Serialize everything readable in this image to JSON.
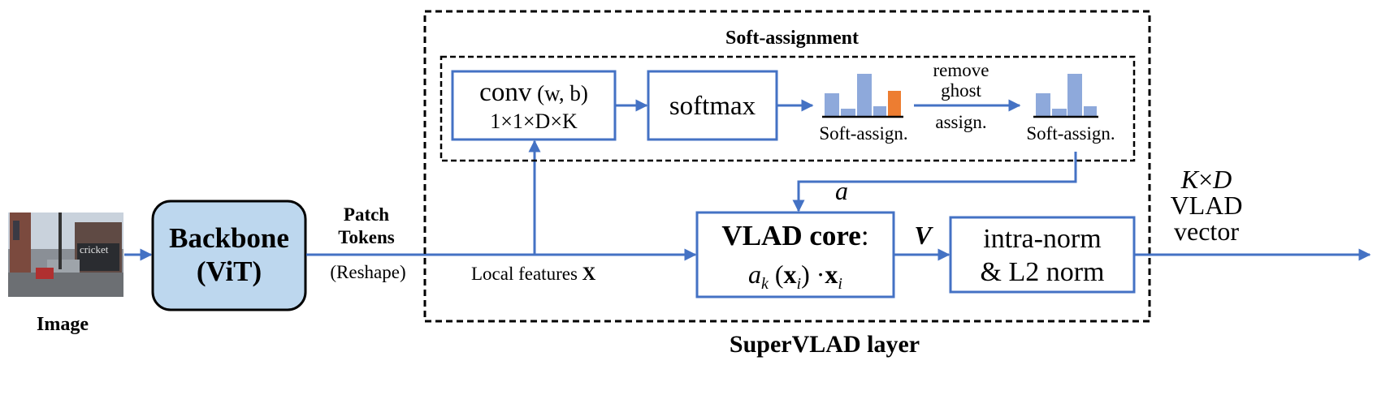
{
  "colors": {
    "arrow": "#4472C4",
    "box_border": "#4472C4",
    "backbone_fill": "#BDD7EE",
    "bar_blue": "#8EA9DB",
    "bar_orange": "#ED7D31"
  },
  "image_label": "Image",
  "backbone": {
    "line1": "Backbone",
    "line2": "(ViT)"
  },
  "patch_tokens": {
    "line1": "Patch",
    "line2": "Tokens",
    "reshape": "(Reshape)"
  },
  "local_features": {
    "prefix": "Local features ",
    "symbol": "X"
  },
  "supervlad": {
    "layer_label": "SuperVLAD layer",
    "soft_assignment_title": "Soft-assignment"
  },
  "conv": {
    "name": "conv",
    "params": " (w, b)",
    "dims": "1×1×D×K"
  },
  "softmax": "softmax",
  "soft_assign_1": "Soft-assign.",
  "remove_ghost": {
    "line1": "remove",
    "line2": "ghost",
    "line3": "assign."
  },
  "soft_assign_2": "Soft-assign.",
  "a_label": "a",
  "vlad_core": {
    "title": "VLAD core",
    "colon": ":"
  },
  "v_label": "V",
  "norm": {
    "line1": "intra-norm",
    "line2": "& L2 norm"
  },
  "output": {
    "line1": "K×D",
    "line2": "VLAD",
    "line3": "vector"
  }
}
